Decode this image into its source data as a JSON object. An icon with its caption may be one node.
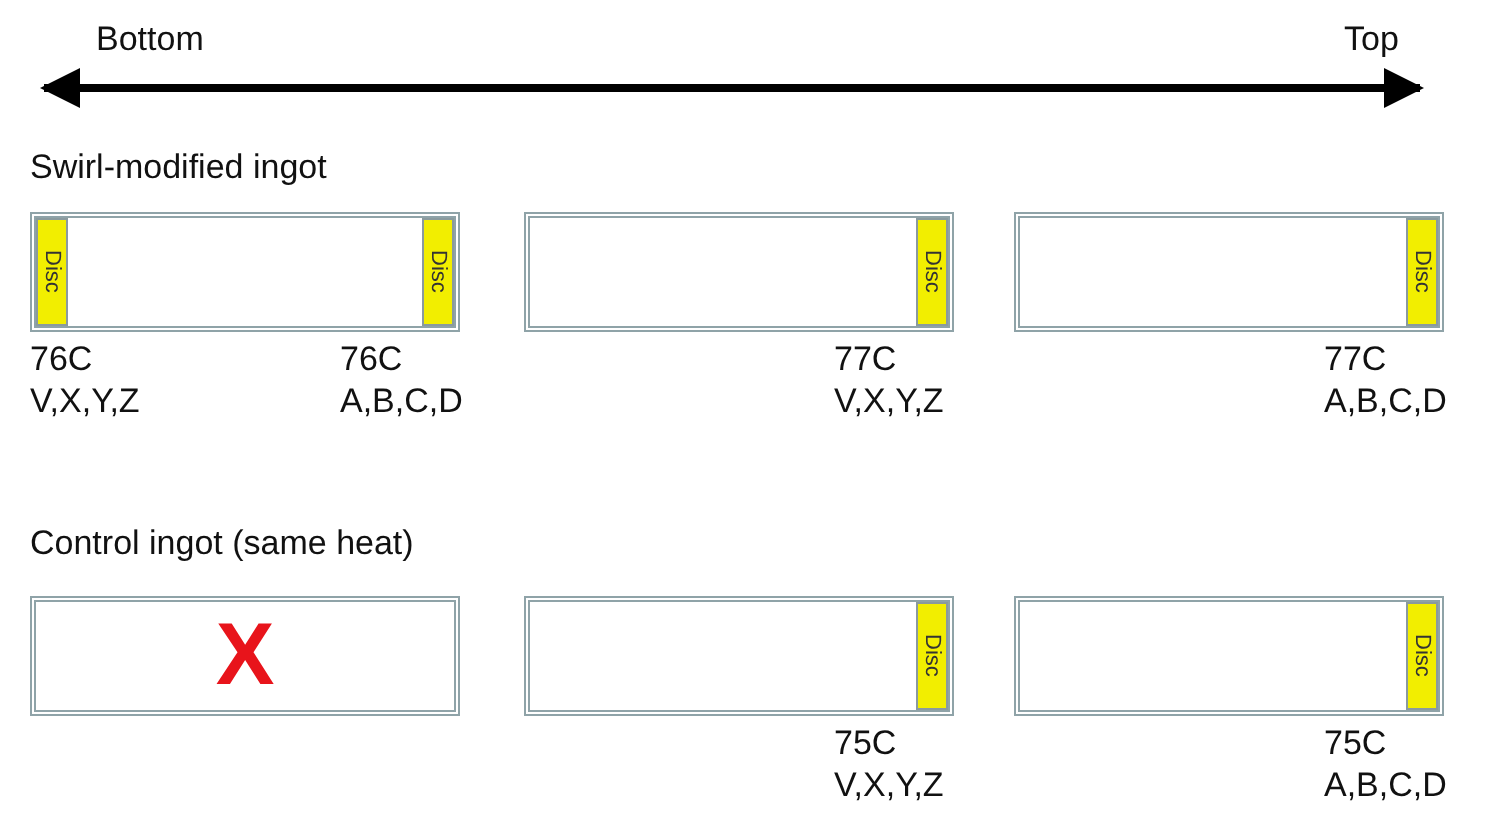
{
  "diagram": {
    "nodes": [
      {
        "text": [],
        "shape": "box"
      },
      {
        "text": [
          "Disc"
        ],
        "in": 0,
        "beside": [
          "76C",
          "V,X,Y,Z"
        ]
      },
      {
        "text": [
          "Disc"
        ],
        "in": 0,
        "beside": [
          "76C",
          "A,B,C,D"
        ]
      },
      {
        "text": [],
        "shape": "box"
      },
      {
        "text": [
          "Disc"
        ],
        "in": 3,
        "beside": [
          "77C",
          "V,X,Y,Z"
        ]
      },
      {
        "text": [],
        "shape": "box"
      },
      {
        "text": [
          "Disc"
        ],
        "in": 5,
        "beside": [
          "77C",
          "A,B,C,D"
        ]
      },
      {
        "text": [
          "X"
        ]
      },
      {
        "text": [],
        "shape": "box"
      },
      {
        "text": [
          "Disc"
        ],
        "in": 8,
        "beside": [
          "75C",
          "V,X,Y,Z"
        ]
      },
      {
        "text": [],
        "shape": "box"
      },
      {
        "text": [
          "Disc"
        ],
        "in": 10,
        "beside": [
          "75C",
          "A,B,C,D"
        ]
      }
    ],
    "labels": [
      "Bottom",
      "Top",
      "Swirl-modified ingot",
      "Control ingot (same heat)"
    ]
  }
}
